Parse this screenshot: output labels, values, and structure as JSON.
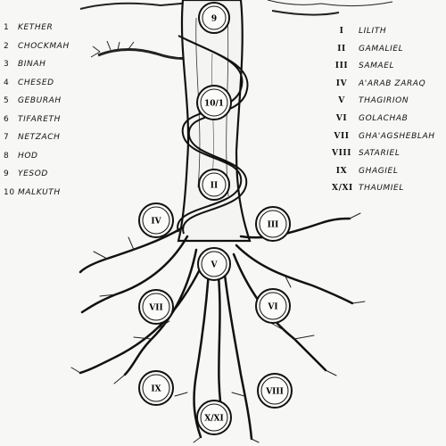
{
  "sephiroth": [
    {
      "num": "1",
      "name": "KETHER"
    },
    {
      "num": "2",
      "name": "CHOCKMAH"
    },
    {
      "num": "3",
      "name": "BINAH"
    },
    {
      "num": "4",
      "name": "CHESED"
    },
    {
      "num": "5",
      "name": "GEBURAH"
    },
    {
      "num": "6",
      "name": "TIFARETH"
    },
    {
      "num": "7",
      "name": "NETZACH"
    },
    {
      "num": "8",
      "name": "HOD"
    },
    {
      "num": "9",
      "name": "YESOD"
    },
    {
      "num": "10",
      "name": "MALKUTH"
    }
  ],
  "qliphoth": [
    {
      "num": "I",
      "name": "LILITH"
    },
    {
      "num": "II",
      "name": "GAMALIEL"
    },
    {
      "num": "III",
      "name": "SAMAEL"
    },
    {
      "num": "IV",
      "name": "A'ARAB ZARAQ"
    },
    {
      "num": "V",
      "name": "THAGIRION"
    },
    {
      "num": "VI",
      "name": "GOLACHAB"
    },
    {
      "num": "VII",
      "name": "GHA'AGSHEBLAH"
    },
    {
      "num": "VIII",
      "name": "SATARIEL"
    },
    {
      "num": "IX",
      "name": "GHAGIEL"
    },
    {
      "num": "X/XI",
      "name": "THAUMIEL"
    }
  ],
  "tree_nodes": [
    "9",
    "10/1",
    "II",
    "IV",
    "III",
    "V",
    "VII",
    "VI",
    "IX",
    "VIII",
    "X/XI"
  ]
}
